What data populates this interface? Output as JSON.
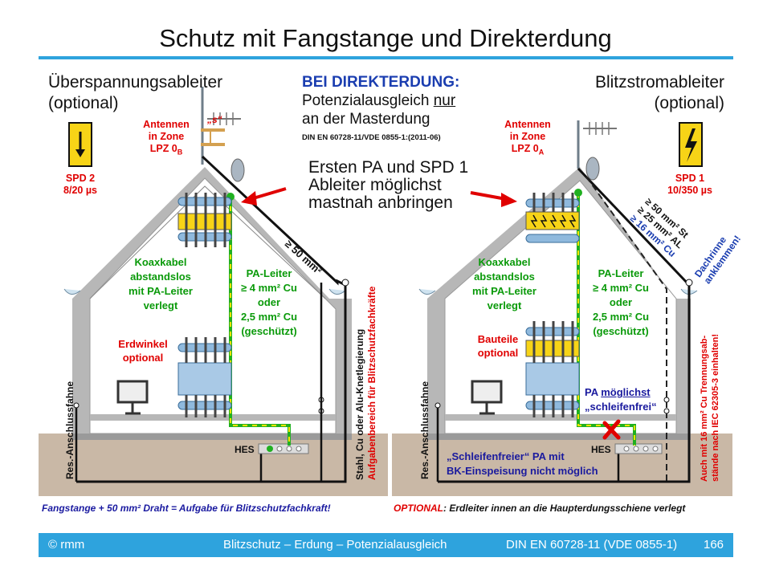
{
  "title": "Schutz mit Fangstange und Direkterdung",
  "left": {
    "heading_line1": "Überspannungsableiter",
    "heading_line2": "(optional)",
    "spd_label": "SPD 2",
    "spd_value": "8/20 µs",
    "antenna_line1": "Antennen",
    "antenna_line2": "in Zone",
    "antenna_line3": "LPZ 0",
    "antenna_sub": "B",
    "s_label": "„s“",
    "koax_line1": "Koaxkabel",
    "koax_line2": "abstandslos",
    "koax_line3": "mit PA-Leiter",
    "koax_line4": "verlegt",
    "pa_line1": "PA-Leiter",
    "pa_line2": "≥ 4 mm² Cu",
    "pa_line3": "oder",
    "pa_line4": "2,5 mm² Cu",
    "pa_line5": "(geschützt)",
    "erdwinkel_line1": "Erdwinkel",
    "erdwinkel_line2": "optional",
    "roof_label": "≥ 50 mm²",
    "hes_label": "HES",
    "res_label": "Res.-Anschlussfahne",
    "steel_label": "Stahl, Cu oder Alu-Knetlegierung",
    "task_label": "Aufgabenbereich für Blitzschutzfachkräfte",
    "footer_note": "Fangstange + 50 mm² Draht = Aufgabe für Blitzschutzfachkraft!"
  },
  "middle": {
    "direct_heading": "BEI DIREKTERDUNG:",
    "direct_line1_a": "Potenzialausgleich ",
    "direct_line1_b": "nur",
    "direct_line2": "an der Masterdung",
    "norm": "DIN EN 60728-11/VDE 0855-1:(2011-06)",
    "advice_line1": "Ersten PA und SPD 1",
    "advice_line2": "Ableiter möglichst",
    "advice_line3": "mastnah anbringen"
  },
  "right": {
    "heading_line1": "Blitzstromableiter",
    "heading_line2": "(optional)",
    "spd_label": "SPD 1",
    "spd_value": "10/350 µs",
    "antenna_line1": "Antennen",
    "antenna_line2": "in Zone",
    "antenna_line3": "LPZ 0",
    "antenna_sub": "A",
    "roof_line1": "≥ 50 mm² St",
    "roof_line2": "≥ 25 mm² AL",
    "roof_line3": "≥ 16 mm² Cu",
    "gutter_line1": "Dachrinne",
    "gutter_line2": "anklemmen!",
    "koax_line1": "Koaxkabel",
    "koax_line2": "abstandslos",
    "koax_line3": "mit PA-Leiter",
    "koax_line4": "verlegt",
    "pa_line1": "PA-Leiter",
    "pa_line2": "≥ 4 mm² Cu",
    "pa_line3": "oder",
    "pa_line4": "2,5 mm² Cu",
    "pa_line5": "(geschützt)",
    "bauteile_line1": "Bauteile",
    "bauteile_line2": "optional",
    "pa_loop_a": "PA ",
    "pa_loop_b": "möglichst",
    "pa_loop_line2": "„schleifenfrei“",
    "loopfree_line1": "„Schleifenfreier“ PA mit",
    "loopfree_line2": "BK-Einspeisung nicht möglich",
    "hes_label": "HES",
    "res_label": "Res.-Anschlussfahne",
    "separation_line1": "Auch mit 16 mm² Cu Trennungsab-",
    "separation_line2": "stände nach IEC 62305-3 einhalten!",
    "footer_note_a": "OPTIONAL",
    "footer_note_b": ": Erdleiter innen an die Haupterdungsschiene  verlegt"
  },
  "footer": {
    "left": "© rmm",
    "center": "Blitzschutz – Erdung – Potenzialausgleich",
    "right": "DIN EN 60728-11 (VDE 0855-1)",
    "page": "166"
  },
  "colors": {
    "accent": "#2ea3dd",
    "house": "#b7b7b7",
    "ground": "#c9b8a6",
    "warning": "#e00000",
    "pa_green": "#20b020",
    "spd_yellow": "#f7d417"
  }
}
